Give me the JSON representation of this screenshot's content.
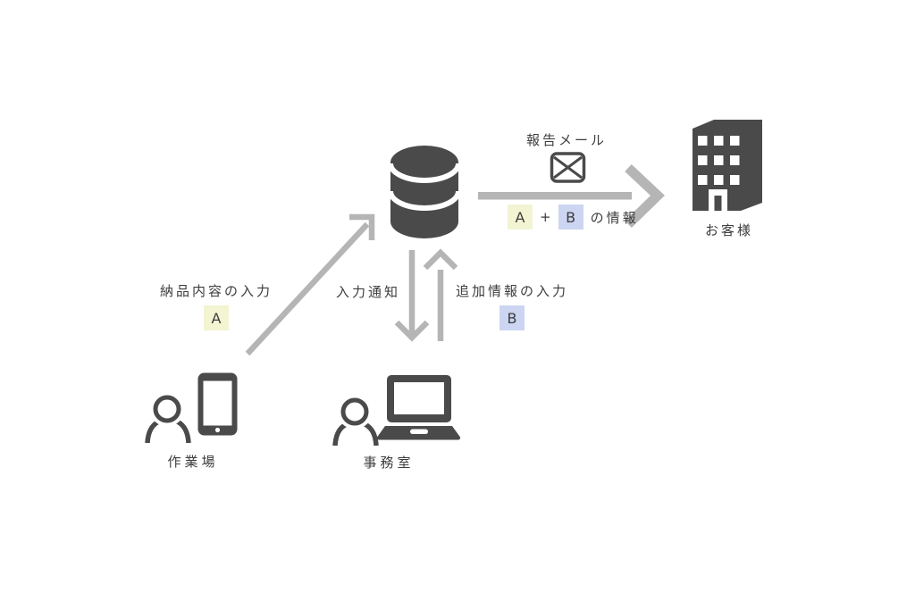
{
  "colors": {
    "icon_dark": "#4a4a4a",
    "arrow_gray": "#b5b5b5",
    "text": "#3d3d3d",
    "badge_a_bg": "#f2f4d2",
    "badge_b_bg": "#ccd5f1",
    "background": "#ffffff"
  },
  "nodes": {
    "database": {
      "icon": "database-cylinder-icon"
    },
    "customer": {
      "label": "お客様",
      "icon": "office-building-icon"
    },
    "workplace": {
      "label": "作業場",
      "icons": [
        "person-icon",
        "tablet-icon"
      ]
    },
    "office": {
      "label": "事務室",
      "icons": [
        "person-icon",
        "laptop-icon"
      ]
    }
  },
  "flows": {
    "delivery_input": {
      "label": "納品内容の入力",
      "badge": "A",
      "direction": "workplace-to-database"
    },
    "input_notification": {
      "label": "入力通知",
      "direction": "database-to-office"
    },
    "additional_input": {
      "label": "追加情報の入力",
      "badge": "B",
      "direction": "office-to-database"
    },
    "report_mail": {
      "label": "報告メール",
      "icon": "envelope-icon",
      "badge_a": "A",
      "operator": "+",
      "badge_b": "B",
      "suffix": "の情報",
      "direction": "database-to-customer"
    }
  }
}
